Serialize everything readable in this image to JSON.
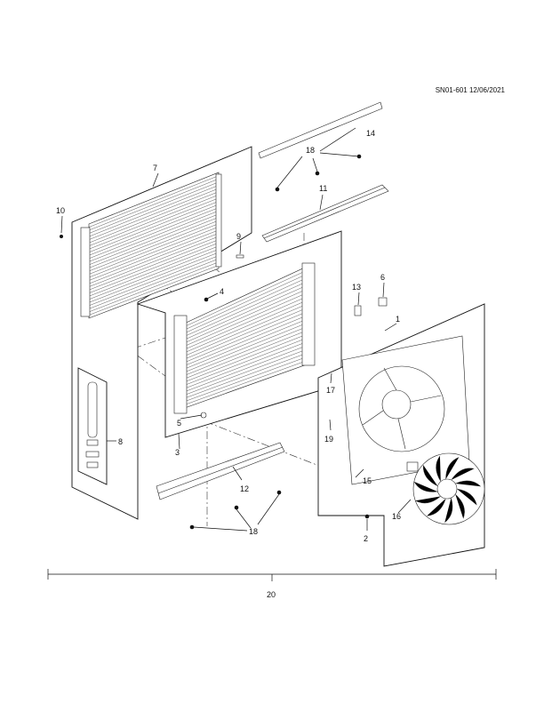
{
  "header": {
    "doc_id": "SN01-601 12/06/2021"
  },
  "callouts": {
    "c1": "1",
    "c2": "2",
    "c3": "3",
    "c4": "4",
    "c5": "5",
    "c6": "6",
    "c7": "7",
    "c8": "8",
    "c9": "9",
    "c10": "10",
    "c11": "11",
    "c12": "12",
    "c13": "13",
    "c14": "14",
    "c15": "15",
    "c16": "16",
    "c17": "17",
    "c18a": "18",
    "c18b": "18",
    "c19": "19",
    "c20": "20"
  }
}
